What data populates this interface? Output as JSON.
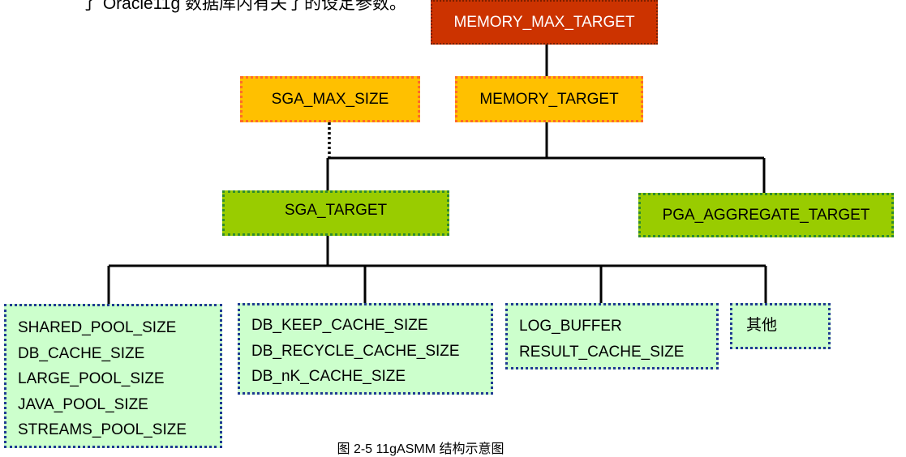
{
  "intro_text": "了 Oracle11g 数据库内有关了的设定参数。",
  "nodes": {
    "memory_max_target": "MEMORY_MAX_TARGET",
    "sga_max_size": "SGA_MAX_SIZE",
    "memory_target": "MEMORY_TARGET",
    "sga_target": "SGA_TARGET",
    "pga_aggregate_target": "PGA_AGGREGATE_TARGET"
  },
  "leaves": {
    "pools": [
      "SHARED_POOL_SIZE",
      "DB_CACHE_SIZE",
      "LARGE_POOL_SIZE",
      "JAVA_POOL_SIZE",
      "STREAMS_POOL_SIZE"
    ],
    "caches": [
      "DB_KEEP_CACHE_SIZE",
      "DB_RECYCLE_CACHE_SIZE",
      "DB_nK_CACHE_SIZE"
    ],
    "buffers": [
      "LOG_BUFFER",
      "RESULT_CACHE_SIZE"
    ],
    "other": [
      "其他"
    ]
  },
  "caption": "图 2-5 11gASMM 结构示意图",
  "colors": {
    "top_fill": "#cc3300",
    "mid_fill": "#ffc000",
    "mid_border": "#ff6a2a",
    "sga_fill": "#99cc00",
    "sga_border": "#2e8b2e",
    "leaf_fill": "#ccffcc",
    "leaf_border": "#1f3a93"
  }
}
